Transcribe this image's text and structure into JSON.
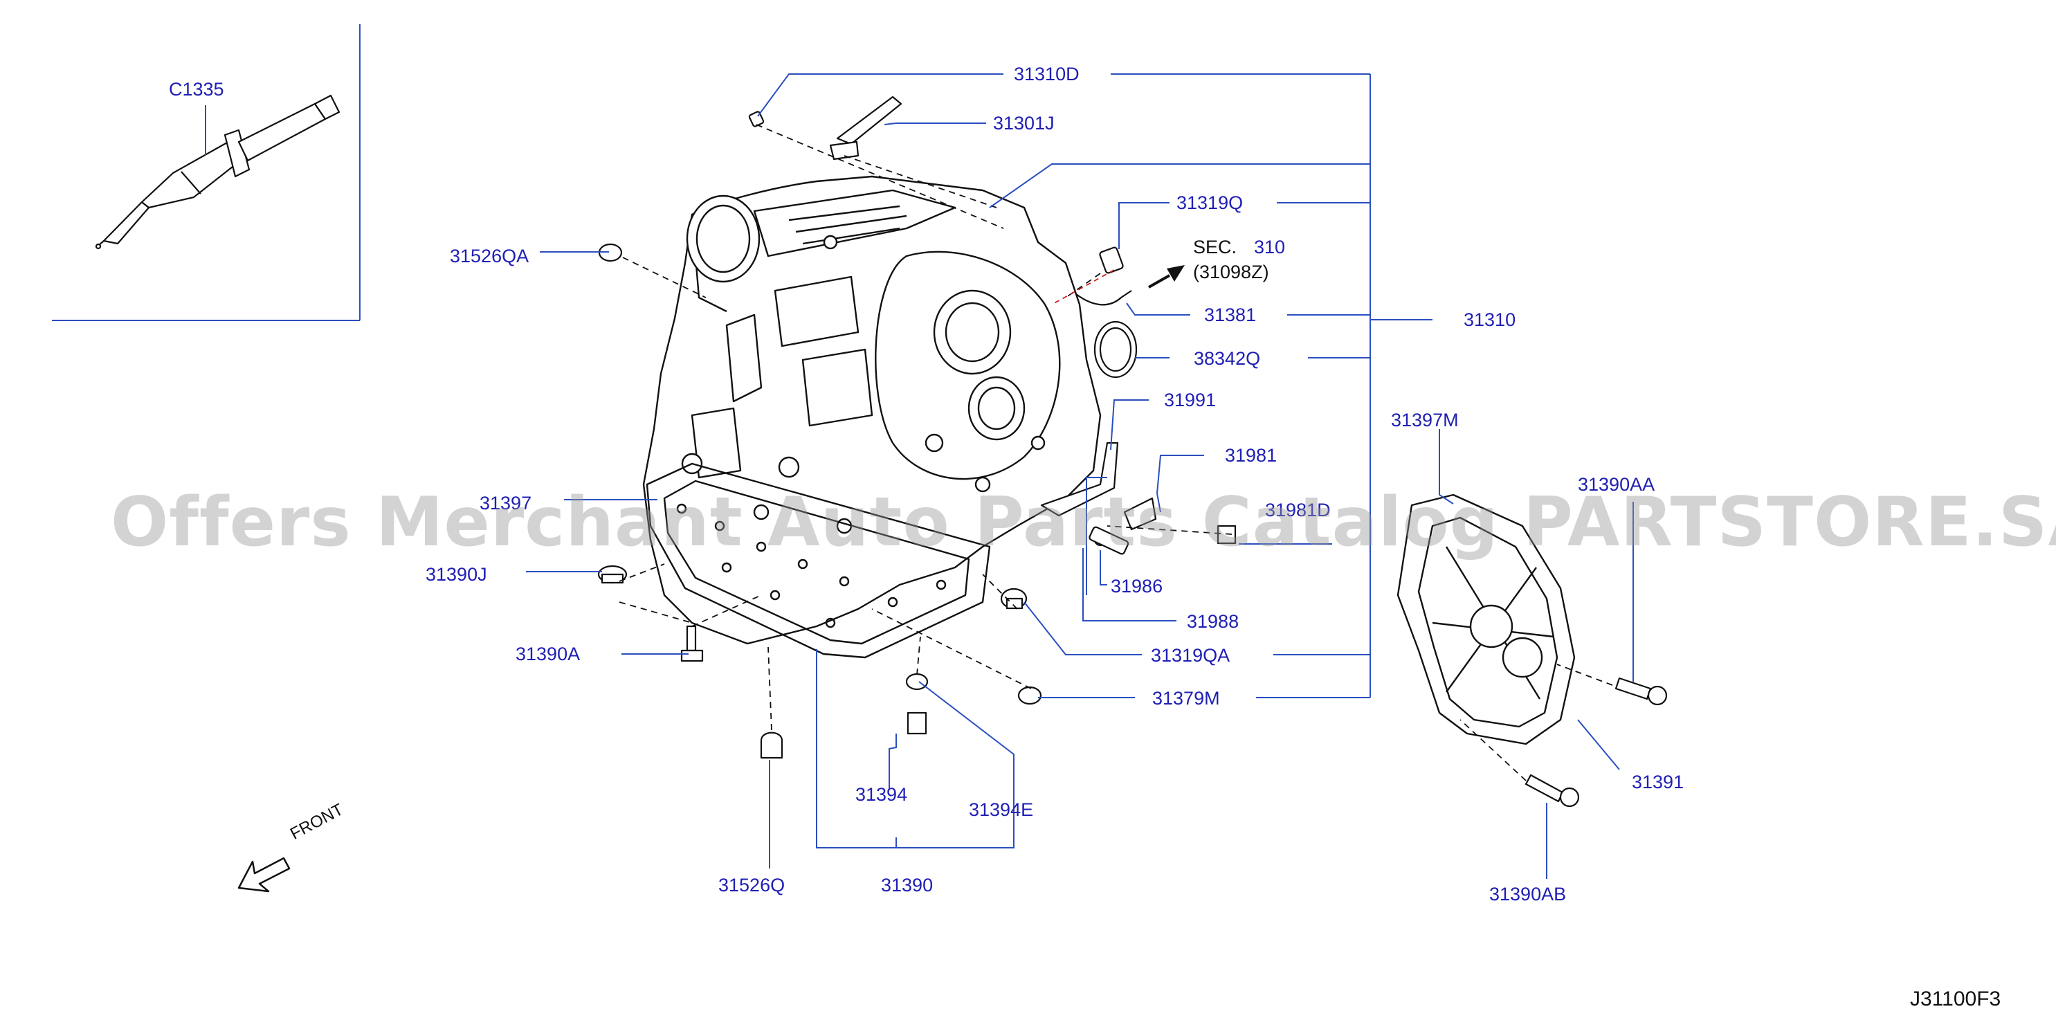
{
  "labels": {
    "c1335": "C1335",
    "p31310D": "31310D",
    "p31301J": "31301J",
    "p31319Q": "31319Q",
    "sec": "SEC.",
    "sec_num": "310",
    "sec_ref": "(31098Z)",
    "p31526QA": "31526QA",
    "p31381": "31381",
    "p31310": "31310",
    "p38342Q": "38342Q",
    "p31991": "31991",
    "p31397M": "31397M",
    "p31981": "31981",
    "p31390AA": "31390AA",
    "p31397": "31397",
    "p31981D": "31981D",
    "p31390J": "31390J",
    "p31986": "31986",
    "p31988": "31988",
    "p31390A": "31390A",
    "p31319QA": "31319QA",
    "p31379M": "31379M",
    "p31391": "31391",
    "p31394": "31394",
    "p31394E": "31394E",
    "p31526Q": "31526Q",
    "p31390": "31390",
    "p31390AB": "31390AB",
    "front": "FRONT"
  },
  "watermark": "Offers Merchant Auto Parts Catalog PARTSTORE.SA",
  "diagram_code": "J31100F3",
  "colors": {
    "label_blue": "#1f1fb4",
    "leader_blue": "#2a4fc0",
    "ink": "#111111"
  }
}
